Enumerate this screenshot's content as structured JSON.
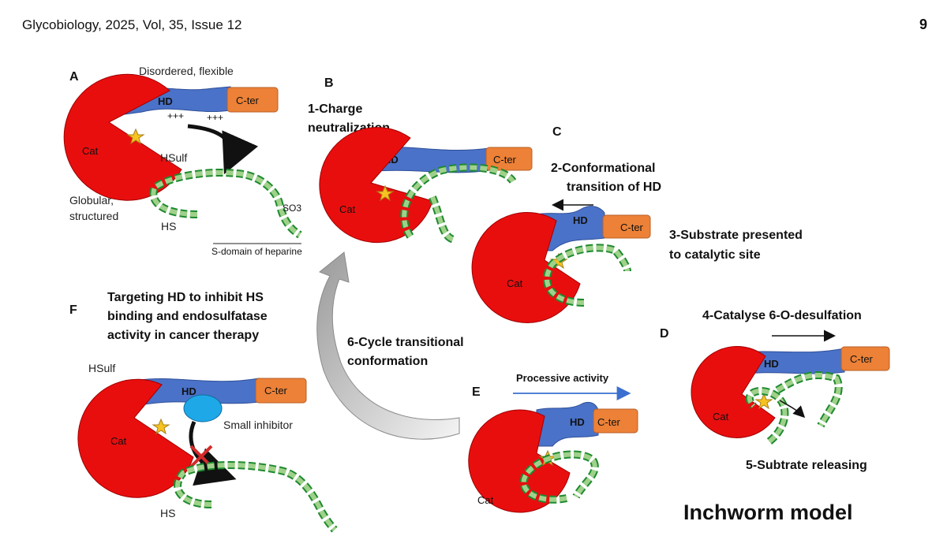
{
  "header": {
    "journal": "Glycobiology, 2025, Vol, 35, Issue 12",
    "page_number": "9"
  },
  "colors": {
    "catalytic": "#e90e0e",
    "hd": "#4a72c8",
    "cter": "#ec8137",
    "hs_chain": "#9fd18a",
    "hs_dark": "#1e8a2f",
    "inhibitor": "#1fa8e8",
    "star": "#f6c321",
    "processive_arrow": "#3a6fd0"
  },
  "labels": {
    "cat": "Cat",
    "hd": "HD",
    "cter": "C-ter",
    "hs": "HS",
    "hsulf": "HSulf"
  },
  "panel_a": {
    "letter": "A",
    "disordered": "Disordered,  flexible",
    "charges": "+++",
    "charges2": "+++",
    "globular1": "Globular,",
    "globular2": "structured",
    "so3": "SO3",
    "s_domain": "S-domain of heparine"
  },
  "panel_b": {
    "letter": "B",
    "step1_l1": "1-Charge",
    "step1_l2": "neutralization"
  },
  "panel_c": {
    "letter": "C",
    "step2_l1": "2-Conformational",
    "step2_l2": "transition of HD",
    "step3_l1": "3-Substrate presented",
    "step3_l2": "to catalytic site"
  },
  "panel_d": {
    "letter": "D",
    "step4": "4-Catalyse 6-O-desulfation",
    "step5": "5-Subtrate releasing"
  },
  "panel_e": {
    "letter": "E",
    "processive": "Processive activity"
  },
  "cycle": {
    "step6_l1": "6-Cycle transitional",
    "step6_l2": "conformation"
  },
  "panel_f": {
    "letter": "F",
    "title_l1": "Targeting HD to inhibit HS",
    "title_l2": "binding and endosulfatase",
    "title_l3": "activity in cancer therapy",
    "small_inhibitor": "Small inhibitor"
  },
  "model_title": "Inchworm model"
}
